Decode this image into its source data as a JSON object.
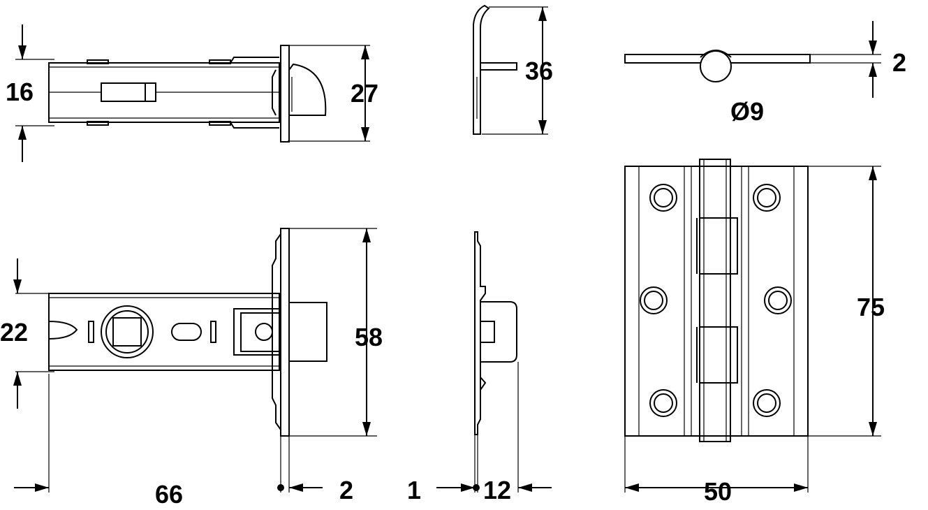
{
  "drawing": {
    "description_type": "technical dimension drawing",
    "labels": {
      "latch_top_width": "16",
      "latch_top_forend": "27",
      "strike_side_height": "36",
      "hinge_pin_leaf": "2",
      "hinge_pin_diameter": "Ø9",
      "latch_front_body": "22",
      "latch_front_forend": "58",
      "latch_depth": "66",
      "forend_thickness": "2",
      "strike_thickness": "1",
      "strike_projection": "12",
      "hinge_height": "75",
      "hinge_width": "50"
    },
    "stroke_color": "#000000",
    "background_color": "#ffffff"
  }
}
